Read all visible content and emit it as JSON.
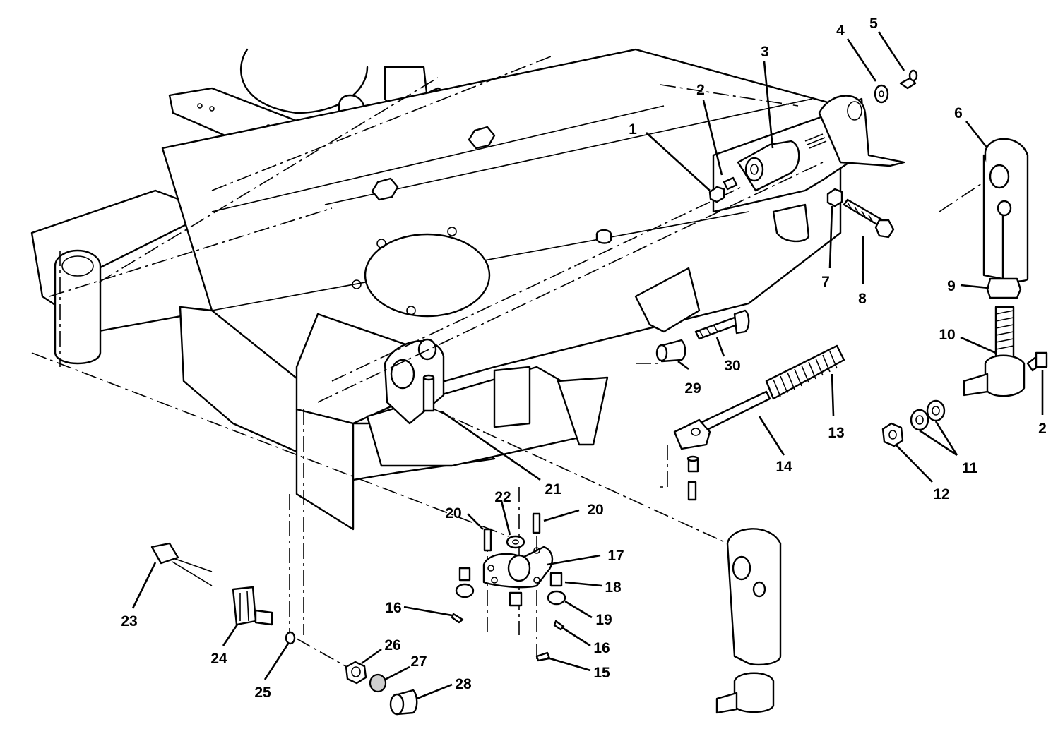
{
  "diagram": {
    "callouts": [
      {
        "id": "c1",
        "label": "1"
      },
      {
        "id": "c2a",
        "label": "2"
      },
      {
        "id": "c3",
        "label": "3"
      },
      {
        "id": "c4",
        "label": "4"
      },
      {
        "id": "c5",
        "label": "5"
      },
      {
        "id": "c6",
        "label": "6"
      },
      {
        "id": "c7",
        "label": "7"
      },
      {
        "id": "c8",
        "label": "8"
      },
      {
        "id": "c9",
        "label": "9"
      },
      {
        "id": "c10",
        "label": "10"
      },
      {
        "id": "c2b",
        "label": "2"
      },
      {
        "id": "c11",
        "label": "11"
      },
      {
        "id": "c12",
        "label": "12"
      },
      {
        "id": "c13",
        "label": "13"
      },
      {
        "id": "c14",
        "label": "14"
      },
      {
        "id": "c15",
        "label": "15"
      },
      {
        "id": "c16a",
        "label": "16"
      },
      {
        "id": "c16b",
        "label": "16"
      },
      {
        "id": "c17",
        "label": "17"
      },
      {
        "id": "c18",
        "label": "18"
      },
      {
        "id": "c19",
        "label": "19"
      },
      {
        "id": "c20a",
        "label": "20"
      },
      {
        "id": "c20b",
        "label": "20"
      },
      {
        "id": "c21",
        "label": "21"
      },
      {
        "id": "c22",
        "label": "22"
      },
      {
        "id": "c23",
        "label": "23"
      },
      {
        "id": "c24",
        "label": "24"
      },
      {
        "id": "c25",
        "label": "25"
      },
      {
        "id": "c26",
        "label": "26"
      },
      {
        "id": "c27",
        "label": "27"
      },
      {
        "id": "c28",
        "label": "28"
      },
      {
        "id": "c29",
        "label": "29"
      },
      {
        "id": "c30",
        "label": "30"
      }
    ]
  }
}
